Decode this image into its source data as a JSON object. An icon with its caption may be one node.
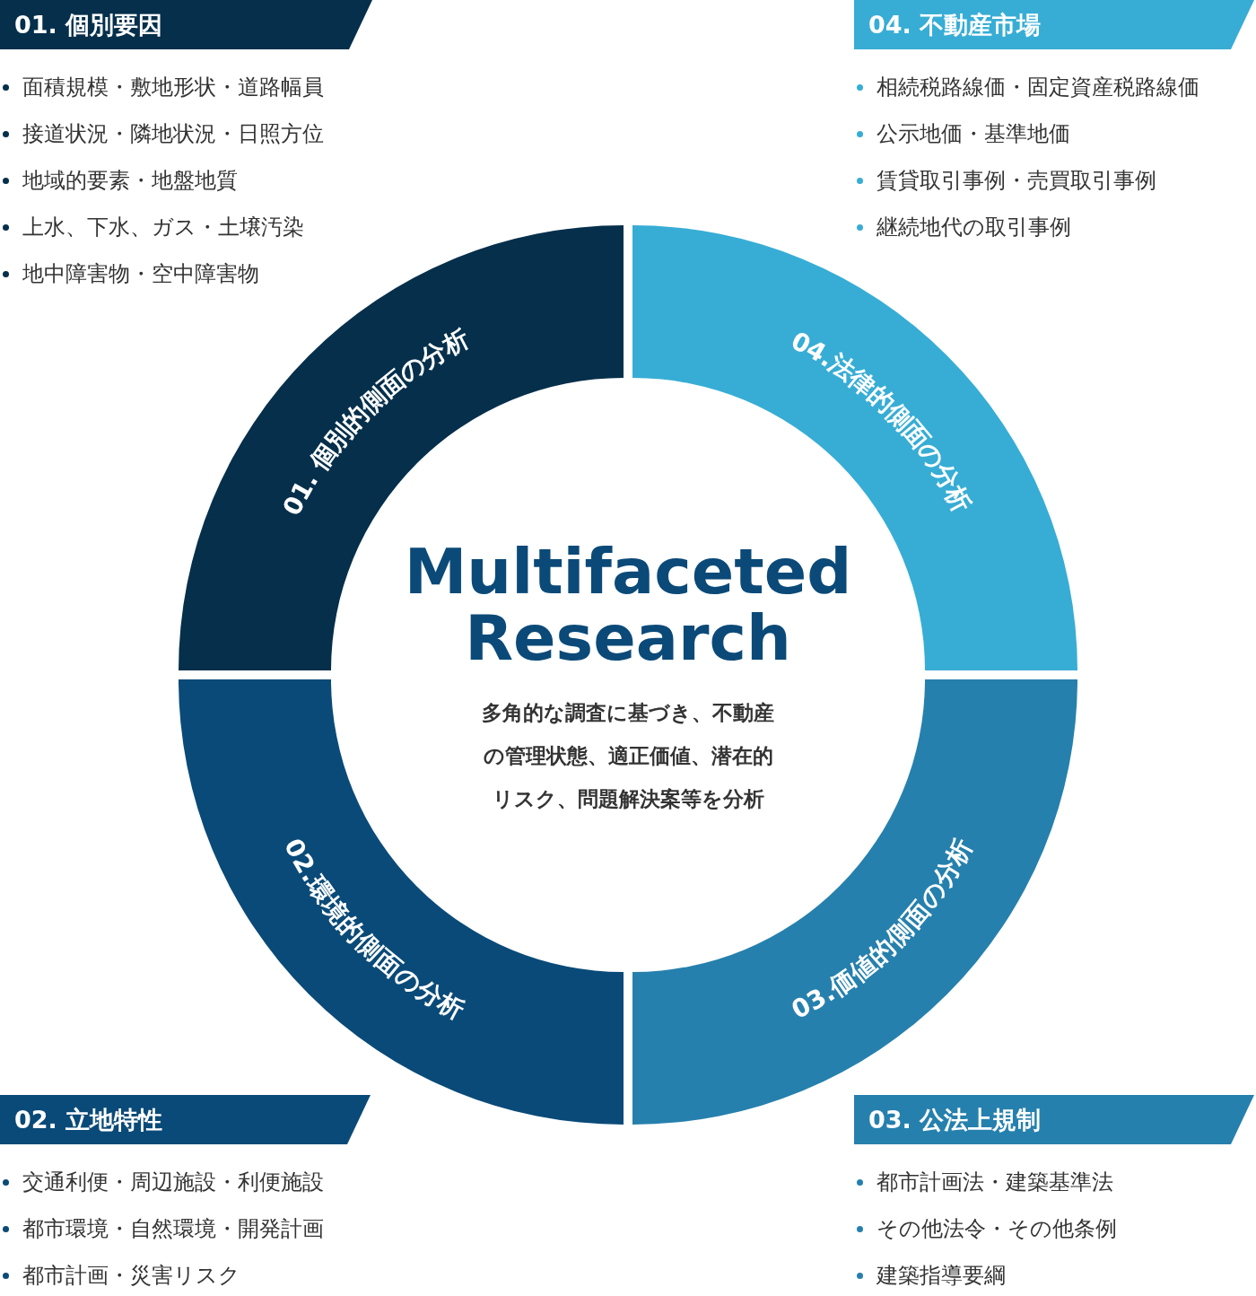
{
  "diagram": {
    "nodes": [
      {
        "text": [
          "01. 個別要因"
        ]
      },
      {
        "text": [
          "04. 不動産市場"
        ]
      },
      {
        "text": [
          "01. 個別的側面の分析"
        ]
      },
      {
        "text": [
          "04.法律的側面の分析"
        ]
      },
      {
        "text": [
          "02.環境的側面の分析"
        ]
      },
      {
        "text": [
          "03.価値的側面の分析"
        ]
      },
      {
        "text": [
          "02. 立地特性"
        ]
      },
      {
        "text": [
          "03. 公法上規制"
        ]
      }
    ],
    "labels": [
      "面積規模・敷地形状・道路幅員",
      "接道状況・隣地状況・日照方位",
      "地域的要素・地盤地質",
      "上水、下水、ガス・土壌汚染",
      "地中障害物・空中障害物",
      "相続税路線価・固定資産税路線価",
      "公示地価・基準地価",
      "賃貸取引事例・売買取引事例",
      "継続地代の取引事例",
      "Multifaceted Research",
      "多角的な調査に基づき、不動産の管理状態、適正価値、潜在的リスク、問題解決案等を分析",
      "交通利便・周辺施設・利便施設",
      "都市環境・自然環境・開発計画",
      "都市計画・災害リスク",
      "都市計画法・建築基準法",
      "その他法令・その他条例",
      "建築指導要綱"
    ]
  }
}
